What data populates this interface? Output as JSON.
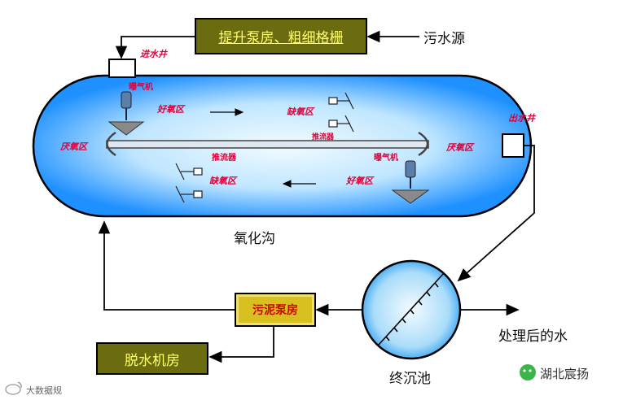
{
  "boxes": {
    "pump_house": "提升泵房、粗细格栅",
    "sludge_pump_room": "污泥泵房",
    "dewatering_room": "脱水机房"
  },
  "labels": {
    "sewage_source": "污水源",
    "inlet_well": "进水井",
    "outlet_well": "出水井",
    "aerator_top": "曝气机",
    "aerator_bottom": "曝气机",
    "aerobic_top": "好氧区",
    "aerobic_bottom": "好氧区",
    "anoxic_top": "缺氧区",
    "anoxic_bottom": "缺氧区",
    "anaerobic_left": "厌氧区",
    "anaerobic_right": "厌氧区",
    "pusher_top": "推流器",
    "pusher_bottom": "推流器",
    "oxidation_ditch": "氧化沟",
    "final_clarifier": "终沉池",
    "treated_water": "处理后的水"
  },
  "watermarks": {
    "left": "大数据规",
    "right": "湖北宸扬"
  },
  "colors": {
    "ditch_edge": "#1e90ff",
    "ditch_center": "#f2fbff",
    "box_fill": "#6b6b10",
    "box_text": "#ffff66",
    "sludge_box_fill": "#d8c020",
    "sludge_box_text": "#cc0000",
    "label_red": "#e0003a"
  }
}
